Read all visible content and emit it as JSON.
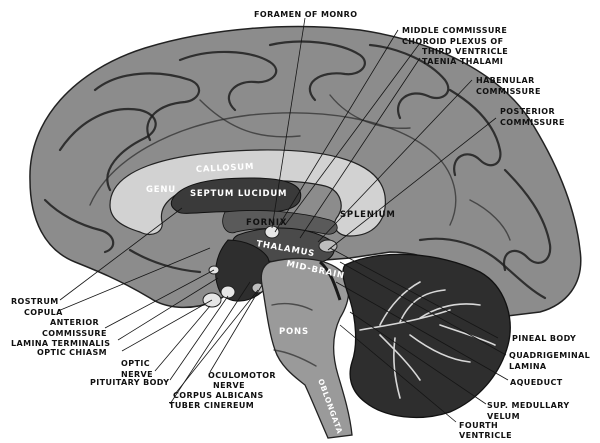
{
  "labels": {
    "foramen_of_monro": "FORAMEN OF MONRO",
    "middle_commissure": "MIDDLE COMMISSURE",
    "choroid_plexus_1": "CHOROID PLEXUS OF",
    "choroid_plexus_2": "THIRD VENTRICLE",
    "taenia_thalami": "TAENIA THALAMI",
    "habenular_1": "HABENULAR",
    "habenular_2": "COMMISSURE",
    "posterior_1": "POSTERIOR",
    "posterior_2": "COMMISSURE",
    "rostrum": "ROSTRUM",
    "copula": "COPULA",
    "anterior_1": "ANTERIOR",
    "anterior_2": "COMMISSURE",
    "lamina_terminalis": "LAMINA TERMINALIS",
    "optic_chiasm": "OPTIC CHIASM",
    "optic_1": "OPTIC",
    "optic_2": "NERVE",
    "pituitary_body": "PITUITARY BODY",
    "oculomotor_1": "OCULOMOTOR",
    "oculomotor_2": "NERVE",
    "corpus_albicans": "CORPUS ALBICANS",
    "tuber_cinereum": "TUBER CINEREUM",
    "pineal_body": "PINEAL BODY",
    "quadrigeminal_1": "QUADRIGEMINAL",
    "quadrigeminal_2": "LAMINA",
    "aqueduct": "AQUEDUCT",
    "sup_medullary_1": "SUP. MEDULLARY",
    "sup_medullary_2": "VELUM",
    "fourth_1": "FOURTH",
    "fourth_2": "VENTRICLE"
  },
  "inner_labels": {
    "callosum": "CALLOSUM",
    "genu": "GENU",
    "septum_lucidum": "SEPTUM LUCIDUM",
    "fornix": "FORNIX",
    "thalamus": "THALAMUS",
    "splenium": "SPLENIUM",
    "mid_brain": "MID-BRAIN",
    "pons": "PONS",
    "oblongata": "OBLONGATA"
  },
  "colors": {
    "cortex": "#8c8c8c",
    "callosum": "#d2d2d2",
    "septum": "#3a3a3a",
    "cerebellum": "#2e2e2e",
    "stem": "#9a9a9a"
  }
}
